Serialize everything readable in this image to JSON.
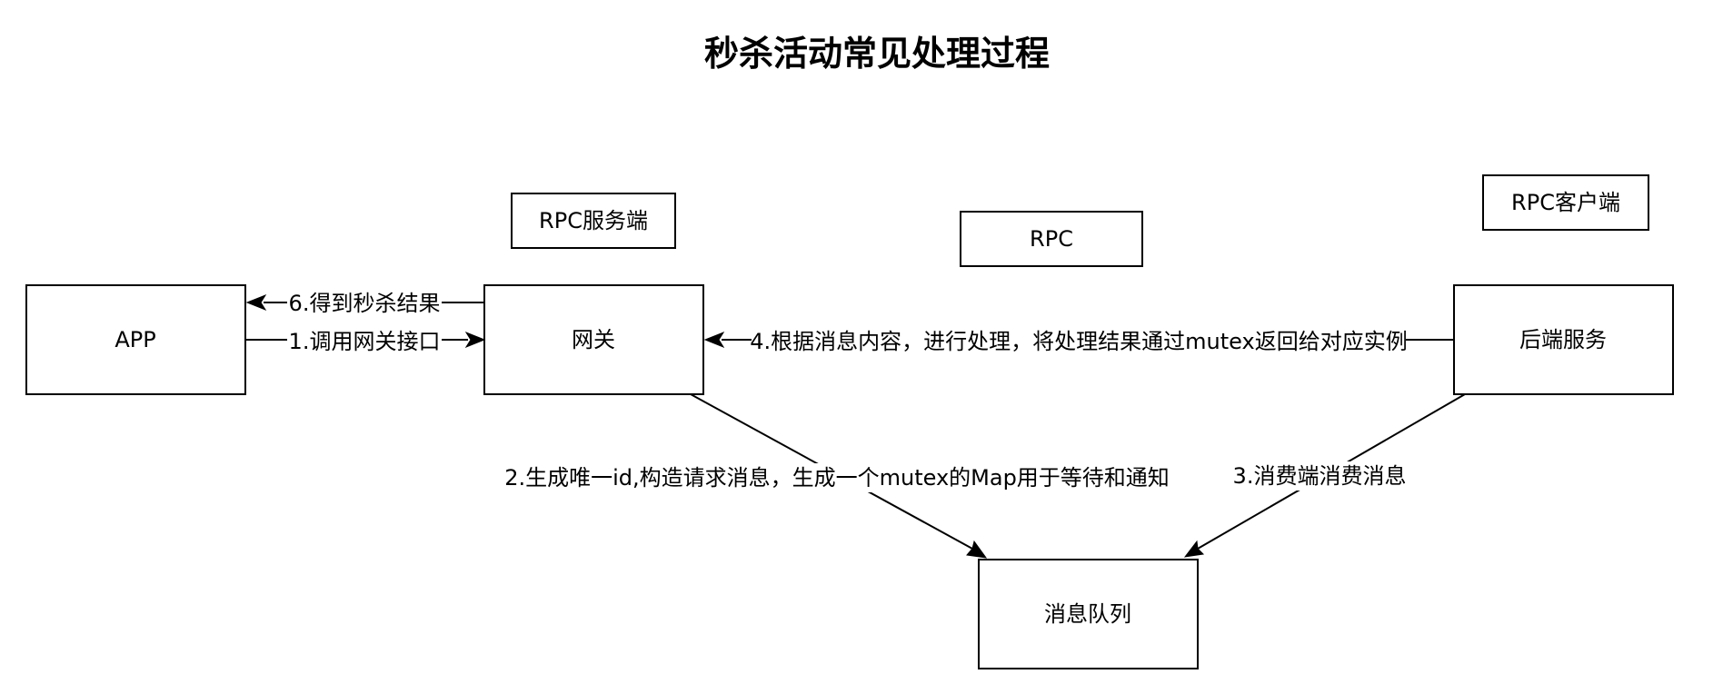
{
  "title": "秒杀活动常见处理过程",
  "nodes": {
    "app": "APP",
    "gateway": "网关",
    "backend": "后端服务",
    "queue": "消息队列"
  },
  "role_labels": {
    "rpc_server": "RPC服务端",
    "rpc": "RPC",
    "rpc_client": "RPC客户端"
  },
  "edges": {
    "result_to_app": "6.得到秒杀结果",
    "app_to_gateway": "1.调用网关接口",
    "backend_to_gateway": "4.根据消息内容，进行处理，将处理结果通过mutex返回给对应实例",
    "gateway_to_queue": "2.生成唯一id,构造请求消息，生成一个mutex的Map用于等待和通知",
    "backend_to_queue": "3.消费端消费消息"
  }
}
